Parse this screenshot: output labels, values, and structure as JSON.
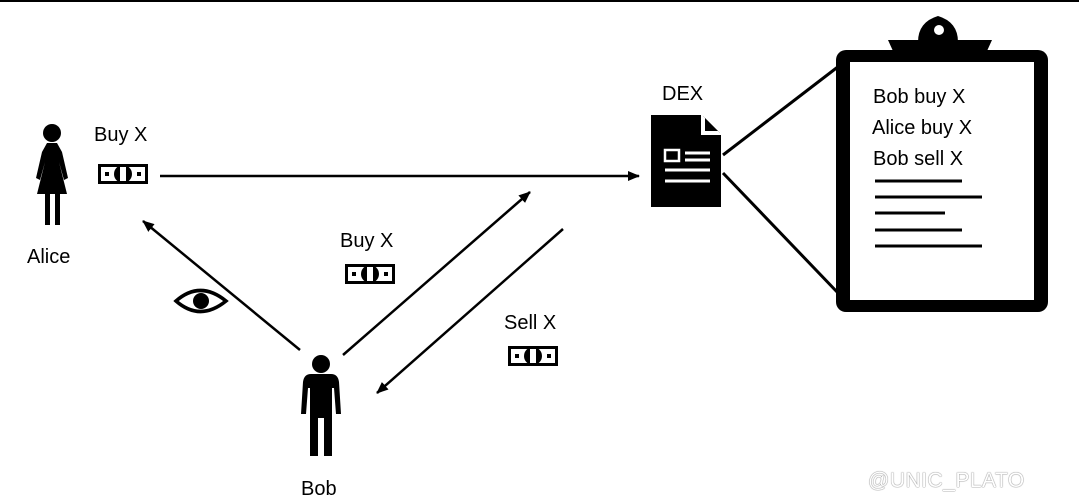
{
  "actors": {
    "alice": {
      "name": "Alice",
      "order_label": "Buy X"
    },
    "bob": {
      "name": "Bob",
      "buy_label": "Buy X",
      "sell_label": "Sell X"
    },
    "dex": {
      "name": "DEX"
    }
  },
  "clipboard": {
    "entries": [
      "Bob buy X",
      "Alice buy X",
      "Bob sell X"
    ]
  },
  "icons": {
    "person": "person-icon",
    "money": "banknote-icon",
    "eye": "eye-icon",
    "document": "document-icon",
    "clipboard": "clipboard-icon"
  },
  "watermark": {
    "text": "@UNIC_PLATO"
  }
}
